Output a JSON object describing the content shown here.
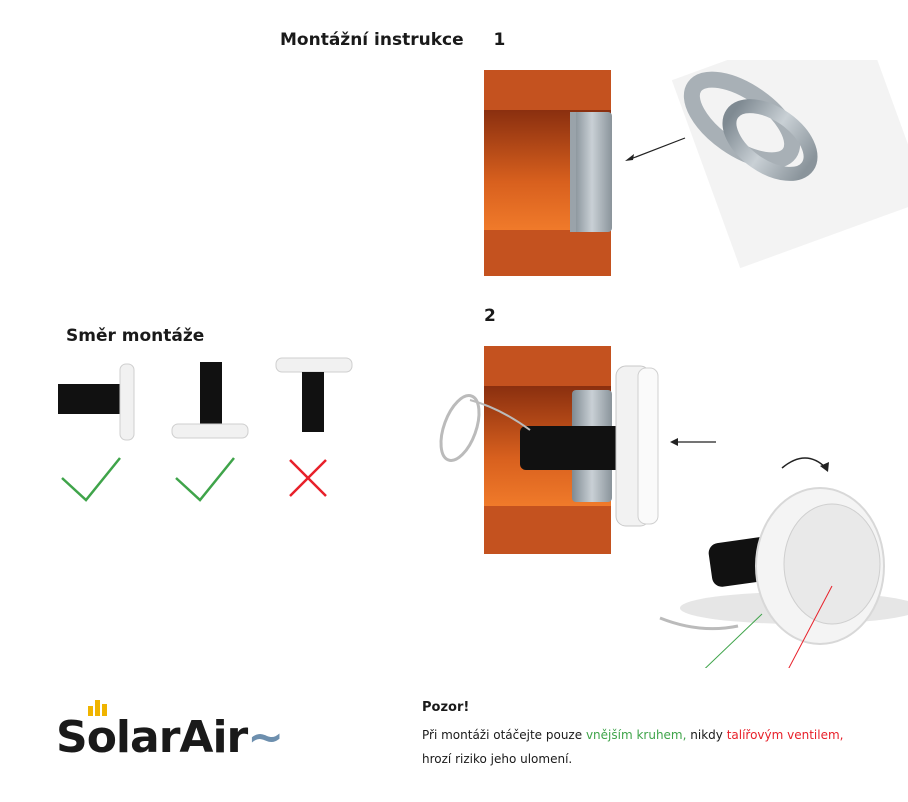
{
  "header": {
    "title": "Montážní instrukce",
    "step1": "1",
    "step2": "2"
  },
  "direction": {
    "title": "Směr montáže",
    "marks": [
      "check",
      "check",
      "cross"
    ]
  },
  "warning": {
    "title": "Pozor!",
    "text_before": "Při montáži otáčejte pouze ",
    "outer_ring": "vnějším kruhem,",
    "text_mid": " nikdy ",
    "plate_valve": "talířovým ventilem,",
    "text_after": "hrozí riziko jeho ulomení."
  },
  "logo": {
    "text": "SolarAir",
    "tilde": "~"
  },
  "colors": {
    "brick": "#c4521f",
    "check": "#3fa44a",
    "cross": "#e8202a",
    "tube": "#111111"
  }
}
